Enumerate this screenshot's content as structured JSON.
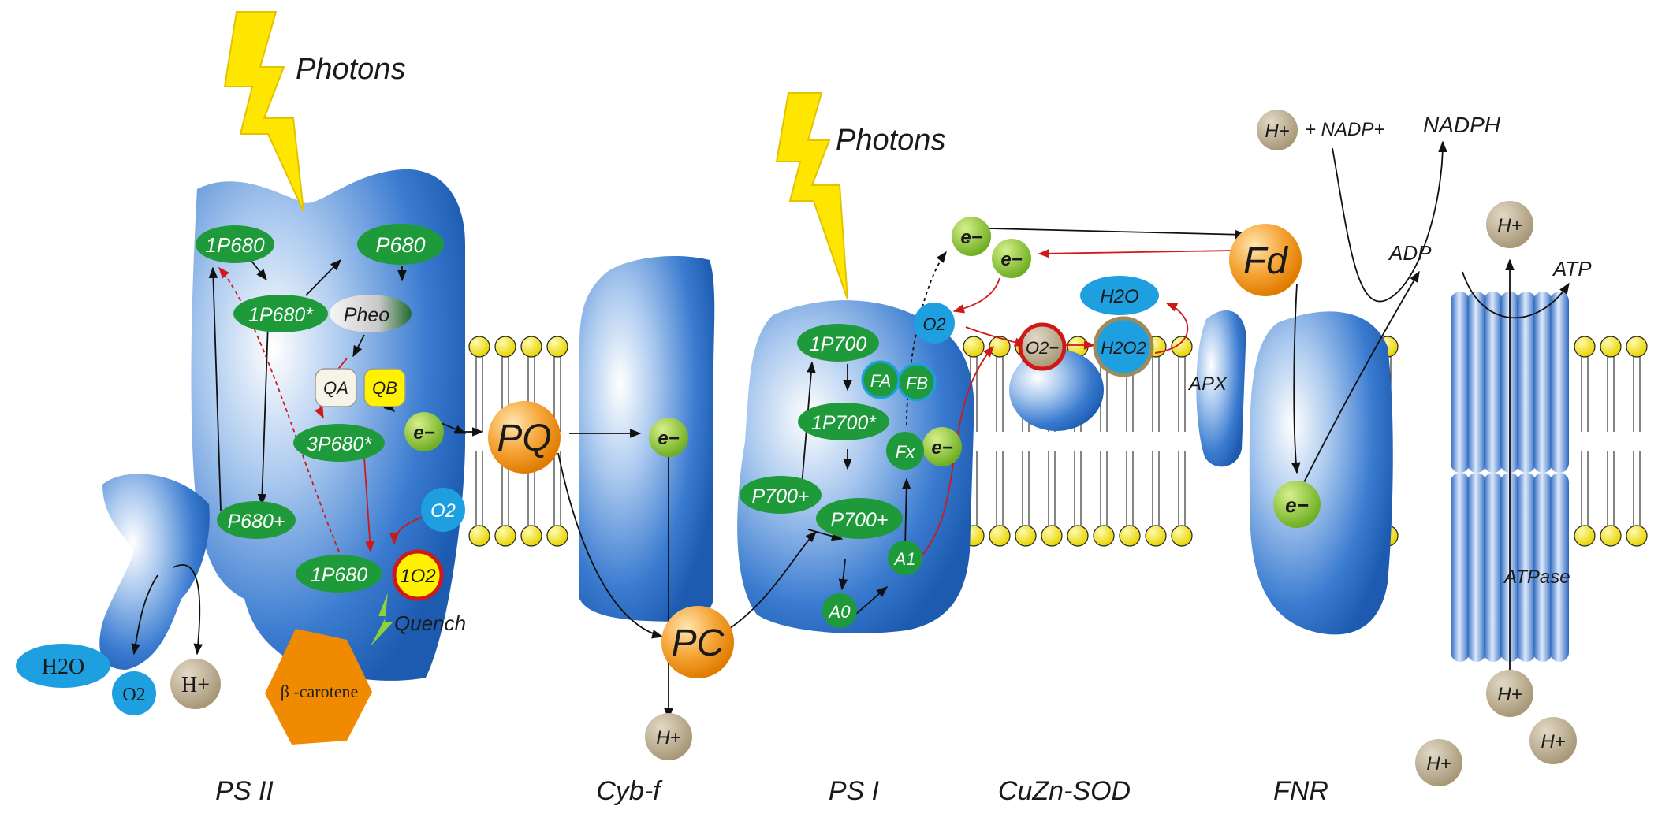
{
  "photons": {
    "label_left": "Photons",
    "label_right": "Photons"
  },
  "complexes": {
    "ps2": "PS II",
    "cybf": "Cyb-f",
    "ps1": "PS I",
    "sod": "CuZn-SOD",
    "fnr": "FNR",
    "apx": "APX",
    "atpase": "ATPase"
  },
  "ps2": {
    "p680_singlet": "1P680",
    "p680_top": "P680",
    "p680_singlet_excited": "1P680*",
    "pheo": "Pheo",
    "qa": "QA",
    "qb": "QB",
    "p680_triplet": "3P680*",
    "p680_plus": "P680+",
    "p680_singlet_bottom": "1P680",
    "o2": "O2",
    "singlet_o2": "1O2",
    "quench": "Quench",
    "beta_carotene": "β -carotene",
    "h2o": "H2O",
    "o2_out": "O2",
    "h_plus": "H+"
  },
  "carriers": {
    "pq": "PQ",
    "pc": "PC",
    "fd": "Fd",
    "electron": "e−"
  },
  "ps1": {
    "p700_singlet": "1P700",
    "p700_singlet_excited": "1P700*",
    "p700_plus": "P700+",
    "p700_plus_b": "P700+",
    "fa": "FA",
    "fb": "FB",
    "fx": "Fx",
    "a1": "A1",
    "a0": "A0"
  },
  "ros": {
    "o2": "O2",
    "superoxide": "O2−",
    "h2o2": "H2O2",
    "h2o": "H2O"
  },
  "fnr_side": {
    "h_plus": "H+",
    "nadp": "+ NADP+",
    "nadph": "NADPH",
    "adp": "ADP",
    "atp": "ATP"
  },
  "protons": {
    "cyb_bottom": "H+",
    "atp_top": "H+",
    "atp_bottom1": "H+",
    "atp_bottom2": "H+",
    "atp_bottom3": "H+"
  },
  "colors": {
    "protein_blue": "#2a6fc4",
    "node_green": "#1f9a3a",
    "electron_green": "#8cc43c",
    "carrier_orange": "#f39a1c",
    "o2_blue": "#1ea0e0",
    "proton_tan": "#c2b59c",
    "bolt_yellow": "#ffe600",
    "lipid_yellow": "#f8ec30",
    "arrow_red": "#d01818",
    "carotene_orange": "#f08a00"
  }
}
